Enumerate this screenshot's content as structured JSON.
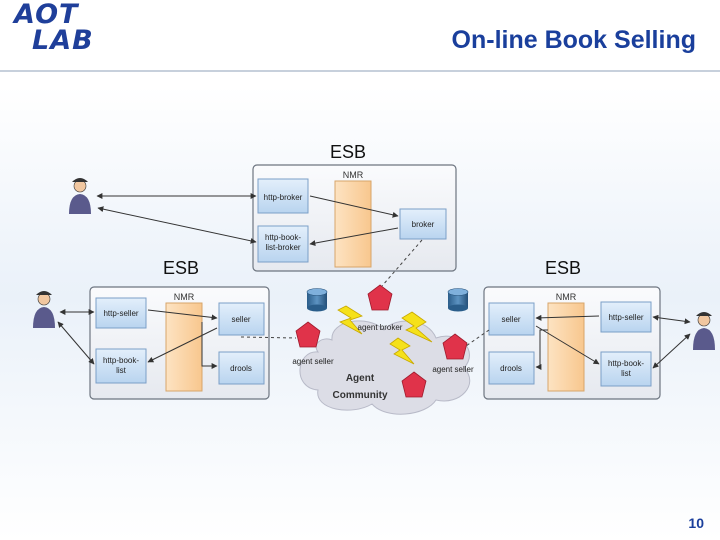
{
  "header": {
    "logo_line1": "AOT",
    "logo_line2": "LAB",
    "title": "On-line Book Selling"
  },
  "esb_labels": {
    "top": "ESB",
    "left": "ESB",
    "right": "ESB"
  },
  "top_esb": {
    "nmr": "NMR",
    "http_broker": "http-broker",
    "http_book_list_broker": [
      "http-book-",
      "list-broker"
    ],
    "broker": "broker"
  },
  "left_esb": {
    "nmr": "NMR",
    "http_seller": "http-seller",
    "http_book_list": [
      "http-book-",
      "list"
    ],
    "seller": "seller",
    "drools": "drools"
  },
  "right_esb": {
    "nmr": "NMR",
    "seller": "seller",
    "drools": "drools",
    "http_seller": "http-seller",
    "http_book_list": [
      "http-book-",
      "list"
    ]
  },
  "agent_community": {
    "agent_broker": "agent broker",
    "agent_seller_left": "agent seller",
    "agent_seller_right": "agent seller",
    "label": [
      "Agent",
      "Community"
    ]
  },
  "colors": {
    "title": "#1a3f9c",
    "component_fill": "#cde1f5",
    "nmr_fill": "#fbd6a8",
    "agent_fill": "#e0334a",
    "cloud_fill": "#dcdde6"
  },
  "footer": {
    "page_number": "10"
  }
}
